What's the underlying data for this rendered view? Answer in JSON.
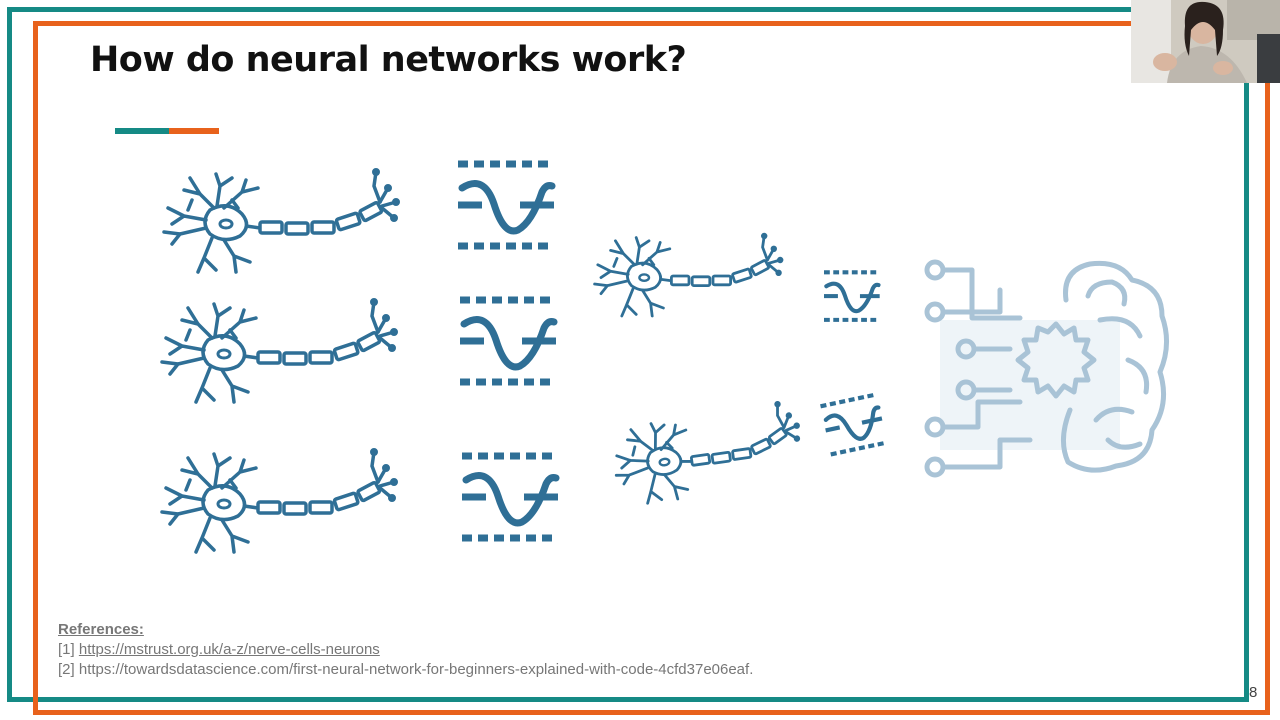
{
  "slide": {
    "title": "How do neural networks work?",
    "page_number": "8"
  },
  "colors": {
    "teal": "#158a85",
    "orange": "#e8621c",
    "neuron_blue": "#2f6f96",
    "brain_blue": "#a9c3d6",
    "reference_gray": "#777777"
  },
  "references": {
    "heading": "References:",
    "items": [
      {
        "prefix": "[1] ",
        "url": "https://mstrust.org.uk/a-z/nerve-cells-neurons",
        "suffix": ""
      },
      {
        "prefix": "[2] ",
        "url": "https://towardsdatascience.com/first-neural-network-for-beginners-explained-with-code-4cfd37e06eaf",
        "suffix": "."
      }
    ]
  },
  "icons": [
    "neuron-icon",
    "activation-function-icon",
    "brain-network-icon"
  ],
  "webcam": {
    "description_icon": "presenter-video-icon"
  }
}
